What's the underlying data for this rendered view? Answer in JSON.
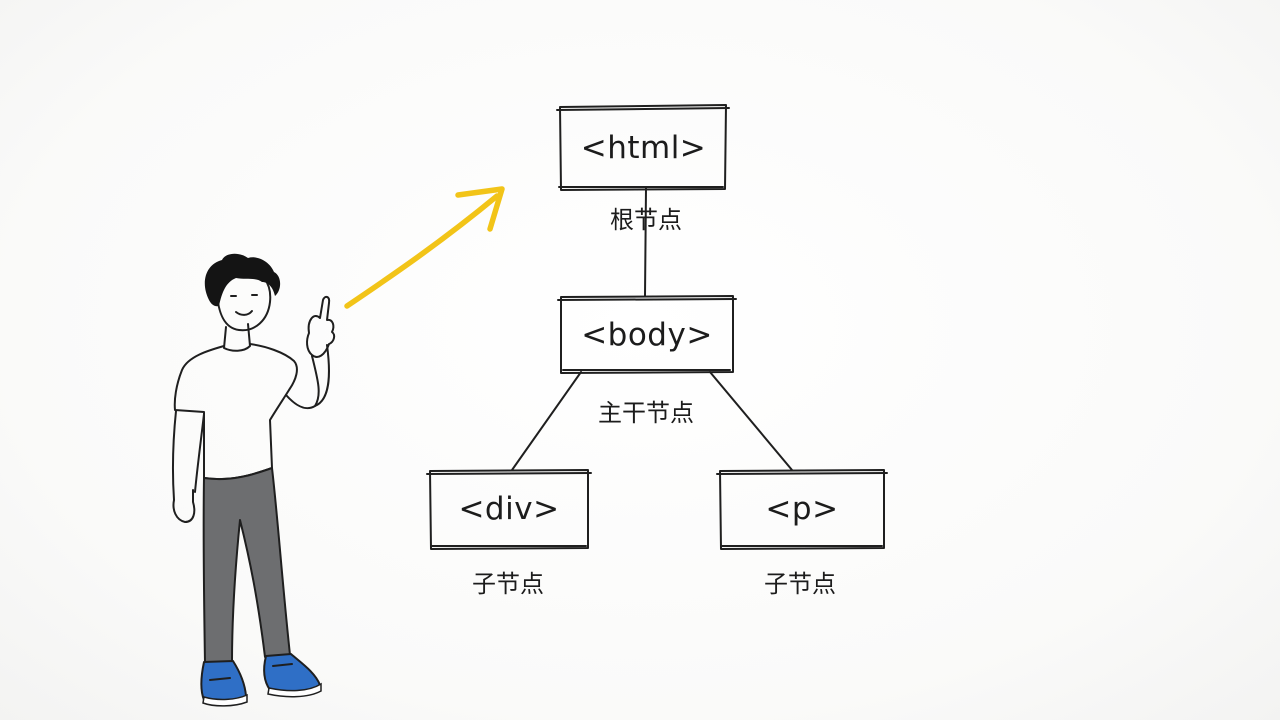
{
  "tree": {
    "nodes": [
      {
        "id": "html",
        "tag": "<html>",
        "caption": "根节点"
      },
      {
        "id": "body",
        "tag": "<body>",
        "caption": "主干节点"
      },
      {
        "id": "div",
        "tag": "<div>",
        "caption": "子节点"
      },
      {
        "id": "p",
        "tag": "<p>",
        "caption": "子节点"
      }
    ]
  },
  "colors": {
    "ink": "#1f1f1f",
    "arrow": "#f2c418",
    "pants": "#6d6e70",
    "shoes": "#2f6fc6",
    "hair": "#141414"
  },
  "icons": {
    "pointer": "arrow-pointer-icon",
    "person": "person-illustration"
  }
}
